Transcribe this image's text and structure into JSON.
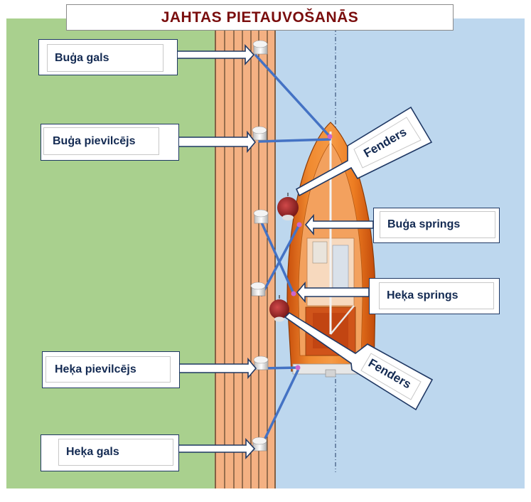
{
  "title": "JAHTAS PIETAUVOŠANĀS",
  "labels": {
    "bow_line": "Buģa gals",
    "bow_breast": "Buģa pievilcējs",
    "bow_spring": "Buģa springs",
    "stern_spring": "Heķa springs",
    "stern_breast": "Heķa pievilcējs",
    "stern_line": "Heķa gals",
    "fender_top": "Fenders",
    "fender_bottom": "Fenders"
  },
  "colors": {
    "land": "#a9d08e",
    "water": "#bdd7ee",
    "pier": "#f4b183",
    "line": "#4472c4",
    "hull": "#e8701a",
    "title": "#7a0d0d",
    "label_text": "#132a52"
  }
}
